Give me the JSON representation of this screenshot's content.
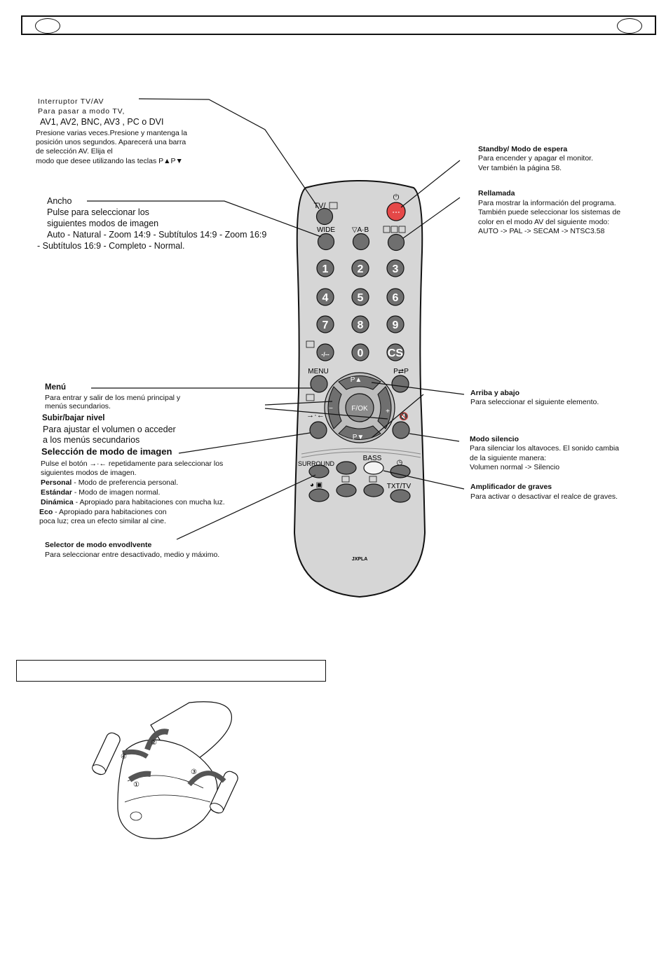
{
  "remote": {
    "labels": {
      "tv_av": "TV/",
      "wide": "WIDE",
      "ab": "▽A·B",
      "menu": "MENU",
      "pp": "P⇄P",
      "pup": "P▲",
      "pdown": "P▼",
      "fok": "F/OK",
      "minus": "−",
      "plus": "+",
      "surround": "SURROUND",
      "bass": "BASS",
      "txttv": "TXT/TV",
      "model": "JXPLA",
      "digits": [
        "1",
        "2",
        "3",
        "4",
        "5",
        "6",
        "7",
        "8",
        "9",
        "-/--",
        "0",
        "CS"
      ]
    },
    "colors": {
      "body": "#d6d6d6",
      "button": "#6f6f6f",
      "standby": "#e54848",
      "outline": "#111111"
    }
  },
  "left": {
    "tvav": {
      "line1": "Interruptor TV/AV",
      "line2": "Para pasar a modo TV,",
      "line3": "AV1, AV2, BNC, AV3 , PC o DVI",
      "line4": "Presione varias veces.Presione y mantenga la",
      "line5": "posición unos segundos. Aparecerá una barra",
      "line6": "de selección AV. Elija el",
      "line7": "modo que desee utilizando las teclas P▲P▼"
    },
    "ancho": {
      "title": "Ancho",
      "line1": "Pulse para seleccionar los",
      "line2": "siguientes modos de imagen",
      "line3": "Auto - Natural - Zoom 14:9 - Subtítulos 14:9 - Zoom 16:9",
      "line4": "- Subtítulos 16:9 - Completo - Normal."
    },
    "menu": {
      "title": "Menú",
      "line1": "Para entrar y salir de los menú principal y",
      "line2": "menús secundarios."
    },
    "nivel": {
      "title": "Subir/bajar nivel",
      "line1": "Para ajustar el volumen o acceder",
      "line2": "a los menús secundarios"
    },
    "imagen": {
      "title": "Selección de modo de imagen",
      "line1": "Pulse el botón →·← repetidamente para seleccionar los",
      "line2": "siguientes modos de imagen.",
      "personal_b": "Personal",
      "personal": " - Modo de preferencia personal.",
      "estandar_b": "Estándar",
      "estandar": " - Modo de imagen normal.",
      "dinamica_b": "Dinámica",
      "dinamica": " - Apropiado para habitaciones con mucha luz.",
      "eco_b": "Eco",
      "eco": " - Apropiado para habitaciones con",
      "eco2": "poca luz; crea un efecto similar al cine."
    },
    "surround": {
      "title": "Selector de modo envodlvente",
      "line1": "Para seleccionar entre desactivado, medio y máximo."
    }
  },
  "right": {
    "standby": {
      "title": "Standby/ Modo de espera",
      "line1": "Para encender y apagar el monitor.",
      "line2": "Ver también la página 58."
    },
    "rellamada": {
      "title": "Rellamada",
      "line1": "Para mostrar la información del programa.",
      "line2": "También puede seleccionar los sistemas de",
      "line3": "color en el modo AV del siguiente modo:",
      "line4": "AUTO -> PAL -> SECAM -> NTSC3.58"
    },
    "arriba": {
      "title": "Arriba y abajo",
      "line1": "Para seleccionar el siguiente elemento."
    },
    "silencio": {
      "title": "Modo silencio",
      "line1": "Para silenciar los altavoces. El sonido cambia",
      "line2": "de la siguiente manera:",
      "line3": "Volumen normal -> Silencio"
    },
    "graves": {
      "title": "Amplificador de graves",
      "line1": "Para activar o desactivar el realce de graves."
    }
  },
  "battery": {
    "steps": [
      "①",
      "②",
      "③",
      "④"
    ]
  }
}
